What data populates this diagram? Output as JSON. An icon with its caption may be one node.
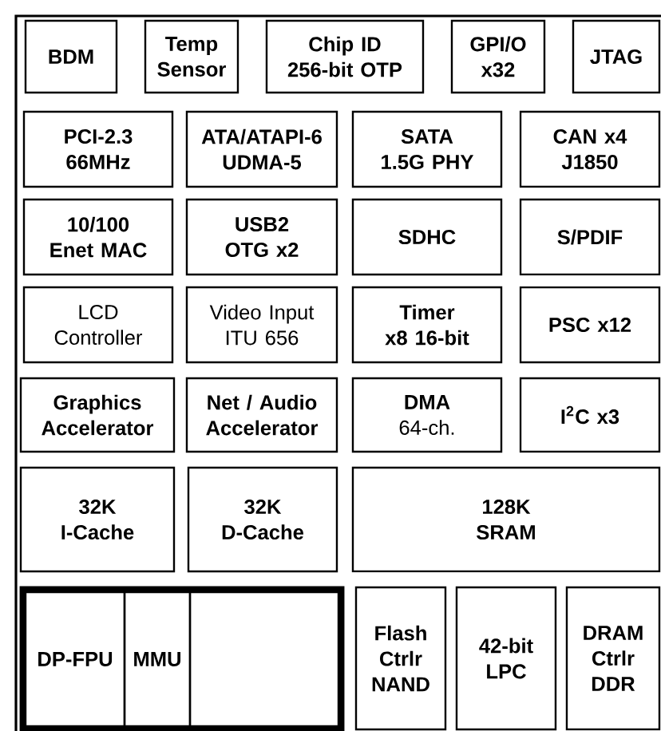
{
  "diagram": {
    "nodes": [
      {
        "text": [
          "BDM"
        ]
      },
      {
        "text": [
          "Temp Sensor"
        ]
      },
      {
        "text": [
          "Chip ID 256-bit OTP"
        ]
      },
      {
        "text": [
          "GPI/O x32"
        ]
      },
      {
        "text": [
          "JTAG"
        ]
      },
      {
        "text": [
          "PCI-2.3 66MHz"
        ]
      },
      {
        "text": [
          "ATA/ATAPI-6 UDMA-5"
        ]
      },
      {
        "text": [
          "SATA 1.5G PHY"
        ]
      },
      {
        "text": [
          "CAN x4 J1850"
        ]
      },
      {
        "text": [
          "10/100 Enet MAC"
        ]
      },
      {
        "text": [
          "USB2 OTG x2"
        ]
      },
      {
        "text": [
          "SDHC"
        ]
      },
      {
        "text": [
          "S/PDIF"
        ]
      },
      {
        "text": [
          "LCD Controller"
        ]
      },
      {
        "text": [
          "Video Input ITU 656"
        ]
      },
      {
        "text": [
          "Timer x8 16-bit"
        ]
      },
      {
        "text": [
          "PSC x12"
        ]
      },
      {
        "text": [
          "Graphics Accelerator"
        ]
      },
      {
        "text": [
          "Net / Audio Accelerator"
        ]
      },
      {
        "text": [
          "**DMA** 64-ch."
        ]
      },
      {
        "text": [
          "I$^{2}$C x3"
        ]
      },
      {
        "text": [
          "32K I-Cache"
        ]
      },
      {
        "text": [
          "32K D-Cache"
        ]
      },
      {
        "text": [
          "128K SRAM"
        ]
      },
      {
        "text": [],
        "shape": "box"
      },
      {
        "text": [
          "DP-FPU"
        ],
        "in": 24
      },
      {
        "text": [
          "MMU"
        ],
        "in": 24
      },
      {
        "text": [],
        "shape": "box",
        "in": 24
      },
      {
        "text": [
          "Flash Ctrlr NAND"
        ]
      },
      {
        "text": [
          "42-bit LPC"
        ]
      },
      {
        "text": [
          "DRAM Ctrlr DDR"
        ]
      }
    ],
    "edges": []
  }
}
